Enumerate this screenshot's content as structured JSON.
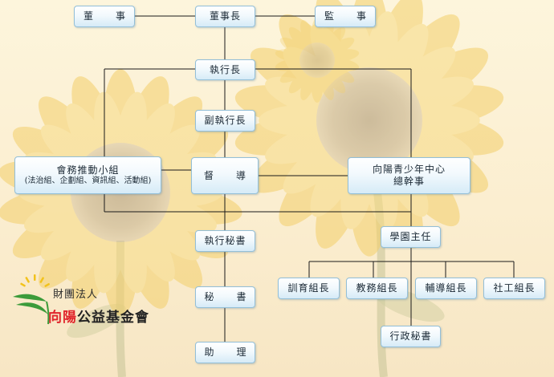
{
  "org": {
    "director": "董　事",
    "chairman": "董事長",
    "supervisor": "監　事",
    "ceo": "執行長",
    "deputy_ceo": "副執行長",
    "task_group": {
      "title": "會務推動小組",
      "subtitle": "(法治組、企劃組、資訊組、活動組)"
    },
    "overseer": "督　導",
    "center": {
      "line1": "向陽青少年中心",
      "line2": "總幹事"
    },
    "exec_secretary": "執行秘書",
    "secretary": "秘　書",
    "assistant": "助　理",
    "academy_director": "學園主任",
    "training_leader": "訓育組長",
    "education_leader": "教務組長",
    "counseling_leader": "輔導組長",
    "social_work_leader": "社工組長",
    "admin_secretary": "行政秘書"
  },
  "logo": {
    "line1": "財團法人",
    "name_red": "向陽",
    "name_dark": "公益基金會"
  },
  "colors": {
    "line": "#1a1a1a",
    "node_border": "#93bfd8",
    "node_fill_top": "#ffffff",
    "node_fill_bottom": "#d6ebf7",
    "logo_red": "#e0242b",
    "logo_green": "#3c9b3a",
    "logo_yellow": "#f2c21b"
  }
}
